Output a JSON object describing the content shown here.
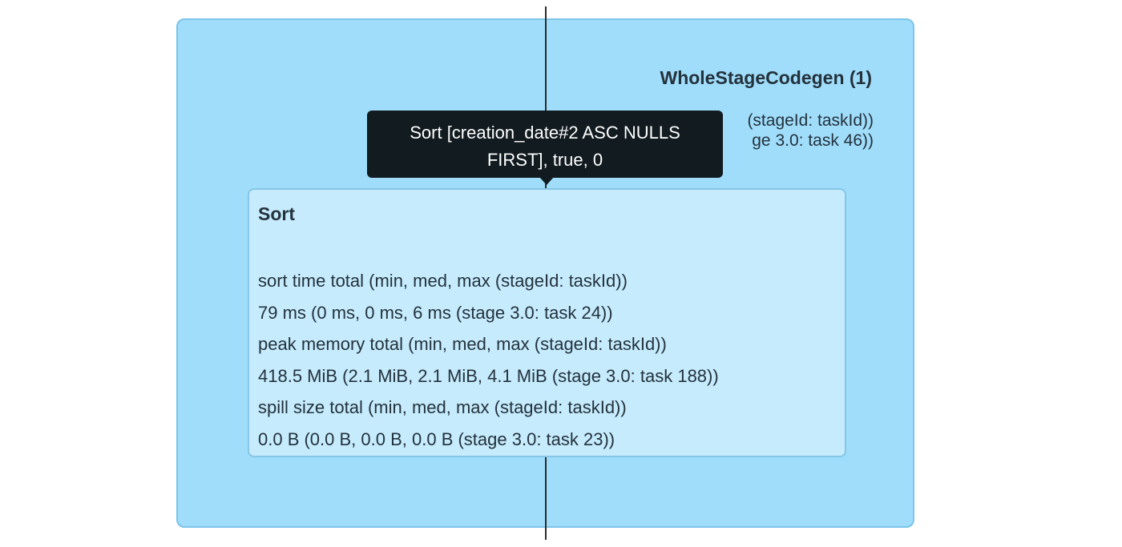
{
  "cluster": {
    "title": "WholeStageCodegen (1)",
    "metrics_line1": "(stageId: taskId))",
    "metrics_line2": "ge 3.0: task 46))"
  },
  "node": {
    "title": "Sort",
    "metrics": [
      "sort time total (min, med, max (stageId: taskId))",
      "79 ms (0 ms, 0 ms, 6 ms (stage 3.0: task 24))",
      "peak memory total (min, med, max (stageId: taskId))",
      "418.5 MiB (2.1 MiB, 2.1 MiB, 4.1 MiB (stage 3.0: task 188))",
      "spill size total (min, med, max (stageId: taskId))",
      "0.0 B (0.0 B, 0.0 B, 0.0 B (stage 3.0: task 23))"
    ]
  },
  "tooltip": {
    "text": "Sort [creation_date#2 ASC NULLS FIRST], true, 0"
  },
  "colors": {
    "cluster_fill": "#a0ddfb",
    "node_fill": "#c5ebfd",
    "tooltip_bg": "#121b20",
    "edge": "#2b2b2b"
  }
}
